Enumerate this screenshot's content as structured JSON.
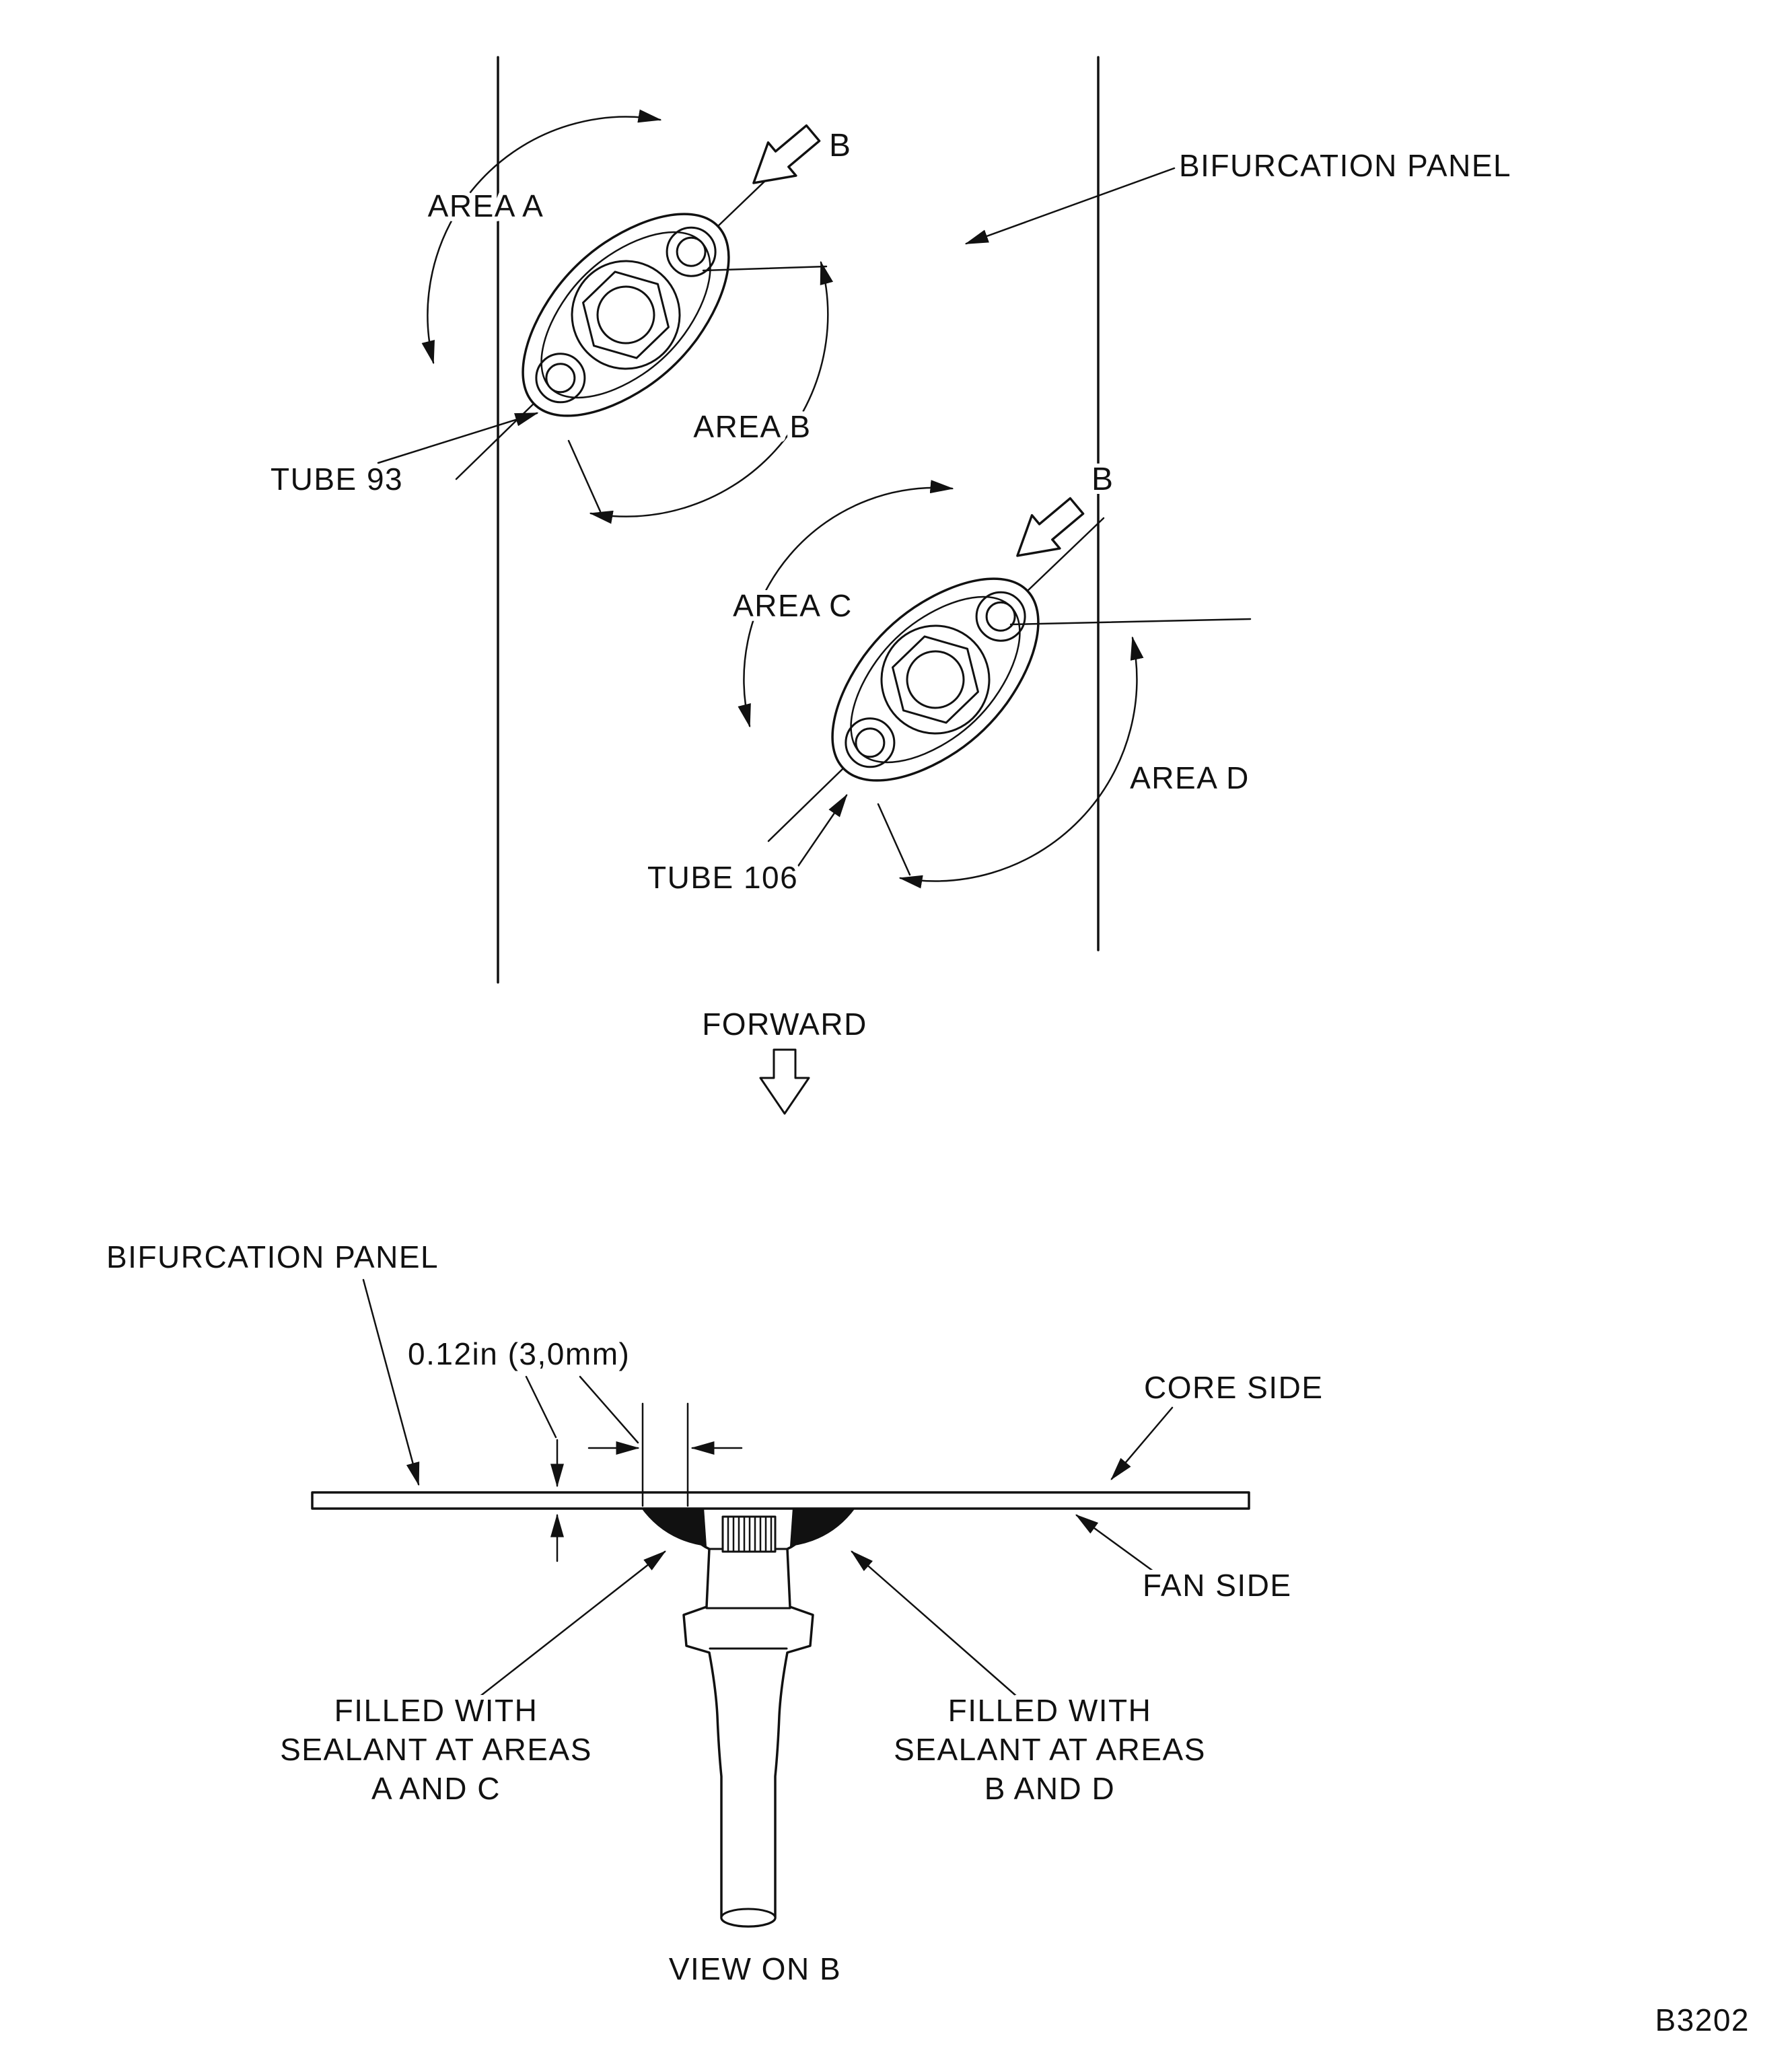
{
  "colors": {
    "ink": "#111111",
    "paper": "#ffffff"
  },
  "top_view": {
    "panel_label": "BIFURCATION PANEL",
    "area_a": "AREA A",
    "area_b": "AREA B",
    "area_c": "AREA C",
    "area_d": "AREA D",
    "tube_93": "TUBE 93",
    "tube_106": "TUBE 106",
    "view_b_upper": "B",
    "view_b_lower": "B",
    "forward": "FORWARD"
  },
  "section_view": {
    "panel_label": "BIFURCATION PANEL",
    "dimension": "0.12in (3,0mm)",
    "core_side": "CORE SIDE",
    "fan_side": "FAN SIDE",
    "sealant_left": [
      "FILLED WITH",
      "SEALANT AT AREAS",
      "A AND C"
    ],
    "sealant_right": [
      "FILLED WITH",
      "SEALANT AT AREAS",
      "B AND D"
    ],
    "caption": "VIEW ON B"
  },
  "figure_code": "B3202"
}
